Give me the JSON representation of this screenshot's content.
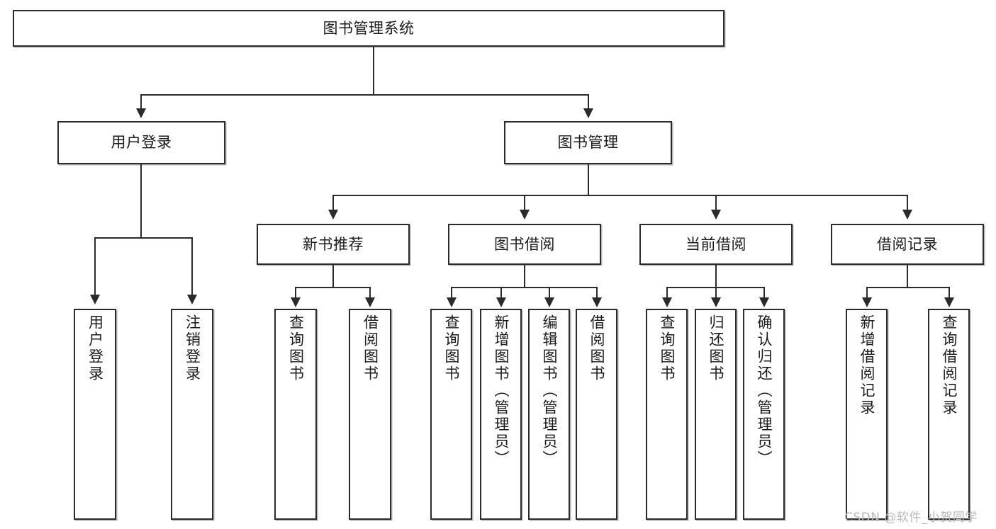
{
  "diagram": {
    "type": "tree",
    "title": "图书管理系统",
    "root": {
      "label": "图书管理系统"
    },
    "level1": [
      {
        "label": "用户登录"
      },
      {
        "label": "图书管理"
      }
    ],
    "level2": [
      {
        "label": "新书推荐"
      },
      {
        "label": "图书借阅"
      },
      {
        "label": "当前借阅"
      },
      {
        "label": "借阅记录"
      }
    ],
    "leaves": {
      "user_login": [
        {
          "label": "用户登录"
        },
        {
          "label": "注销登录"
        }
      ],
      "new_book_recommend": [
        {
          "label": "查询图书"
        },
        {
          "label": "借阅图书"
        }
      ],
      "book_borrow": [
        {
          "label": "查询图书"
        },
        {
          "label": "新增图书（管理员）"
        },
        {
          "label": "编辑图书（管理员）"
        },
        {
          "label": "借阅图书"
        }
      ],
      "current_borrow": [
        {
          "label": "查询图书"
        },
        {
          "label": "归还图书"
        },
        {
          "label": "确认归还（管理员）"
        }
      ],
      "borrow_record": [
        {
          "label": "新增借阅记录"
        },
        {
          "label": "查询借阅记录"
        }
      ]
    }
  },
  "watermark": {
    "text": "CSDN @软件_小贺同学"
  },
  "colors": {
    "stroke": "#2b2b2b",
    "fill": "#ffffff",
    "text": "#1b1b1b",
    "watermark": "#b9b9b9"
  }
}
